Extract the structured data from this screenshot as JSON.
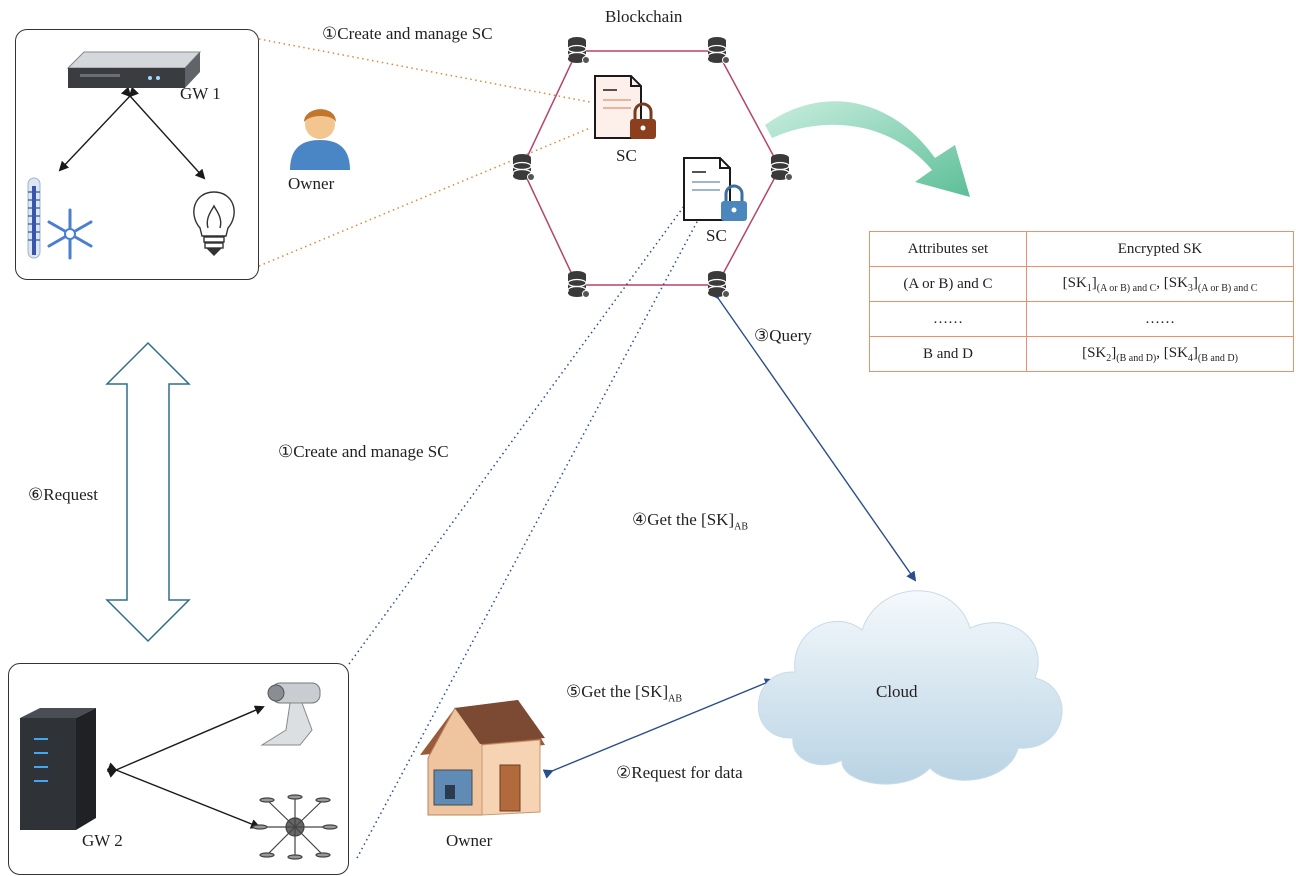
{
  "diagram": {
    "blockchain_label": "Blockchain",
    "gw1_label": "GW 1",
    "gw2_label": "GW 2",
    "owner_top_label": "Owner",
    "owner_bottom_label": "Owner",
    "sc_label_1": "SC",
    "sc_label_2": "SC",
    "cloud_label": "Cloud",
    "edge_create_top": "①Create and manage SC",
    "edge_create_mid": "①Create and manage SC",
    "edge_request": "⑥Request",
    "edge_query": "③Query",
    "edge_get4_prefix": "④Get the [SK]",
    "edge_get4_sub": "AB",
    "edge_get5_prefix": "⑤Get the [SK]",
    "edge_get5_sub": "AB",
    "edge_request_data": "②Request for data"
  },
  "table": {
    "header": [
      "Attributes set",
      "Encrypted SK"
    ],
    "row1_attr": "(A or B) and C",
    "row1_sk": {
      "a": "[SK",
      "a_idx": "1",
      "a_sub": "(A or B) and C",
      "sep": ", ",
      "b": "[SK",
      "b_idx": "3",
      "b_sub": "(A or B) and C",
      "close": "]"
    },
    "row2_attr": "……",
    "row2_sk": "……",
    "row3_attr": "B and D",
    "row3_sk": {
      "a": "[SK",
      "a_idx": "2",
      "a_sub": "(B and D)",
      "sep": ", ",
      "b": "[SK",
      "b_idx": "4",
      "b_sub": "(B and D)",
      "close": "]"
    }
  },
  "colors": {
    "hexagon": "#b5446e",
    "orange_dotted": "#d98a3c",
    "blue_dotted": "#2a4e8c",
    "table_border": "#e8916a",
    "green_arrow": "#6fcaa6",
    "request_arrow": "#2f6e8c"
  }
}
